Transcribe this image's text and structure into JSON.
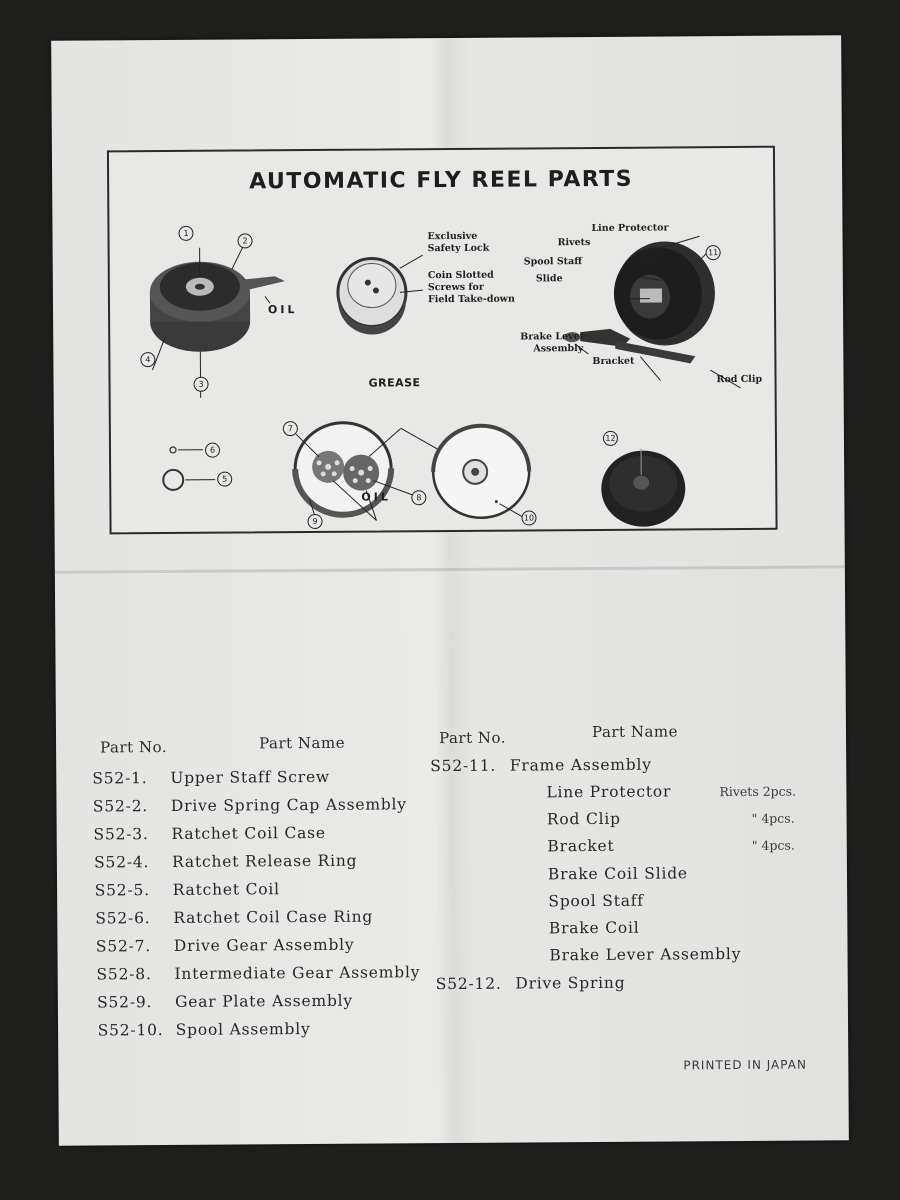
{
  "diagram": {
    "title": "AUTOMATIC FLY REEL PARTS",
    "labels": {
      "exclusive_safety_lock": [
        "Exclusive",
        "Safety Lock"
      ],
      "coin_slotted": [
        "Coin Slotted",
        "Screws for",
        "Field Take-down"
      ],
      "line_protector": "Line Protector",
      "rivets": "Rivets",
      "spool_staff": "Spool Staff",
      "slide": "Slide",
      "brake_lever": [
        "Brake Lever",
        "Assembly"
      ],
      "bracket": "Bracket",
      "rod_clip": "Rod Clip",
      "oil": "OIL",
      "grease": "GREASE"
    },
    "callouts": [
      "1",
      "2",
      "3",
      "4",
      "5",
      "6",
      "7",
      "8",
      "9",
      "10",
      "11",
      "12"
    ]
  },
  "headers": {
    "left_part_no": "Part No.",
    "left_part_name": "Part Name",
    "right_part_no": "Part No.",
    "right_part_name": "Part Name"
  },
  "left_parts": [
    {
      "no": "S52-1.",
      "name": "Upper Staff Screw"
    },
    {
      "no": "S52-2.",
      "name": "Drive Spring Cap Assembly"
    },
    {
      "no": "S52-3.",
      "name": "Ratchet Coil Case"
    },
    {
      "no": "S52-4.",
      "name": "Ratchet Release Ring"
    },
    {
      "no": "S52-5.",
      "name": "Ratchet Coil"
    },
    {
      "no": "S52-6.",
      "name": "Ratchet Coil Case Ring"
    },
    {
      "no": "S52-7.",
      "name": "Drive Gear Assembly"
    },
    {
      "no": "S52-8.",
      "name": "Intermediate Gear Assembly"
    },
    {
      "no": "S52-9.",
      "name": "Gear Plate Assembly"
    },
    {
      "no": "S52-10.",
      "name": "Spool Assembly"
    }
  ],
  "right_parts": {
    "frame": {
      "no": "S52-11.",
      "name": "Frame Assembly"
    },
    "sub_items": [
      {
        "name": "Line Protector",
        "qty": "Rivets 2pcs."
      },
      {
        "name": "Rod Clip",
        "qty": "\" 4pcs."
      },
      {
        "name": "Bracket",
        "qty": "\" 4pcs."
      },
      {
        "name": "Brake Coil Slide",
        "qty": ""
      },
      {
        "name": "Spool Staff",
        "qty": ""
      },
      {
        "name": "Brake Coil",
        "qty": ""
      },
      {
        "name": "Brake Lever Assembly",
        "qty": ""
      }
    ],
    "spring": {
      "no": "S52-12.",
      "name": "Drive Spring"
    }
  },
  "footer": "PRINTED IN JAPAN"
}
